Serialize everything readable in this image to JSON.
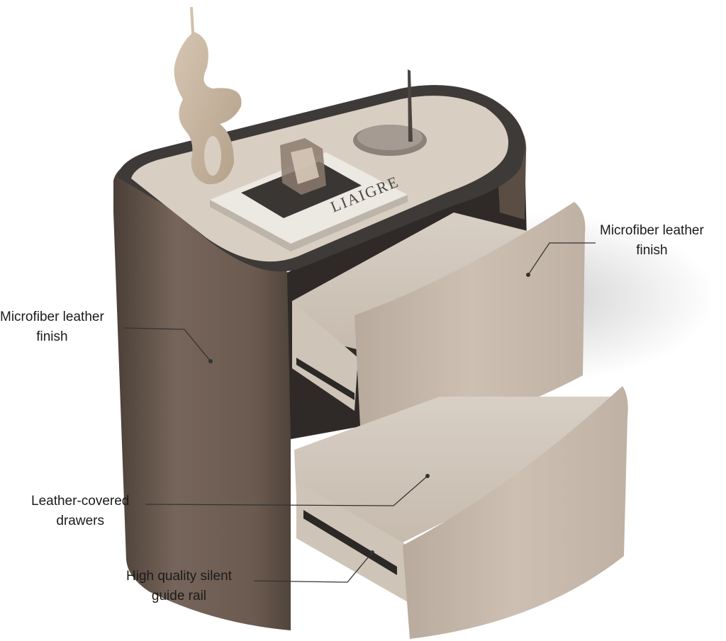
{
  "callouts": {
    "top_right": {
      "line1": "Microfiber leather",
      "line2": "finish"
    },
    "left": {
      "line1": "Microfiber leather",
      "line2": "finish"
    },
    "drawers": {
      "line1": "Leather-covered",
      "line2": "drawers"
    },
    "rail": {
      "line1": "High quality silent",
      "line2": "guide rail"
    }
  },
  "book": {
    "cover_text": "LIAIGRE"
  },
  "colors": {
    "body_brown": "#6e5e52",
    "top_cream": "#d9cec2",
    "drawer_beige": "#c9bcae",
    "rim_dark": "#3d3a38",
    "leader_line": "#333333"
  }
}
